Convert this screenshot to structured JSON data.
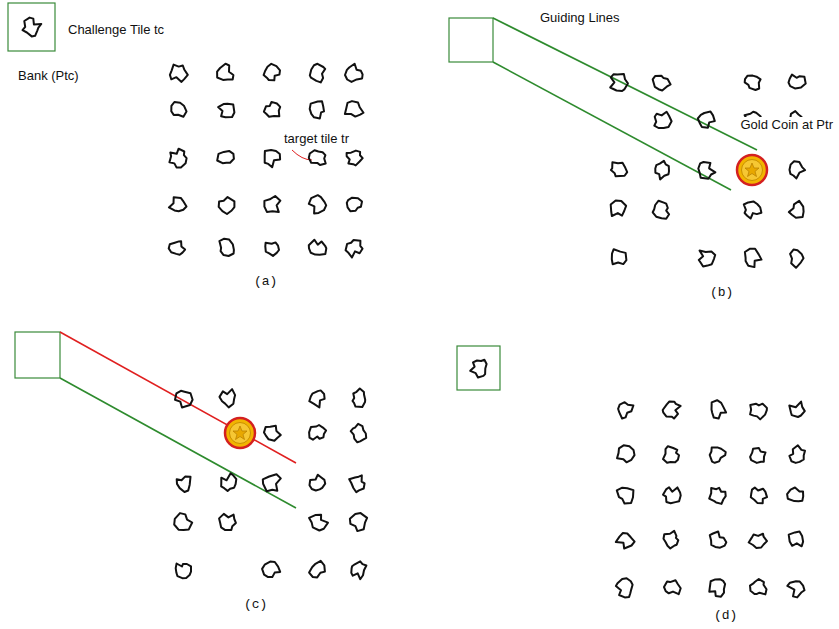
{
  "diagram": {
    "labels": [
      "Challenge Tile tc",
      "Bank (Ptc)",
      "target tile tr",
      "(a)",
      "Guiding Lines",
      "Gold Coin at Ptr",
      "(b)",
      "(c)",
      "(d)"
    ]
  }
}
